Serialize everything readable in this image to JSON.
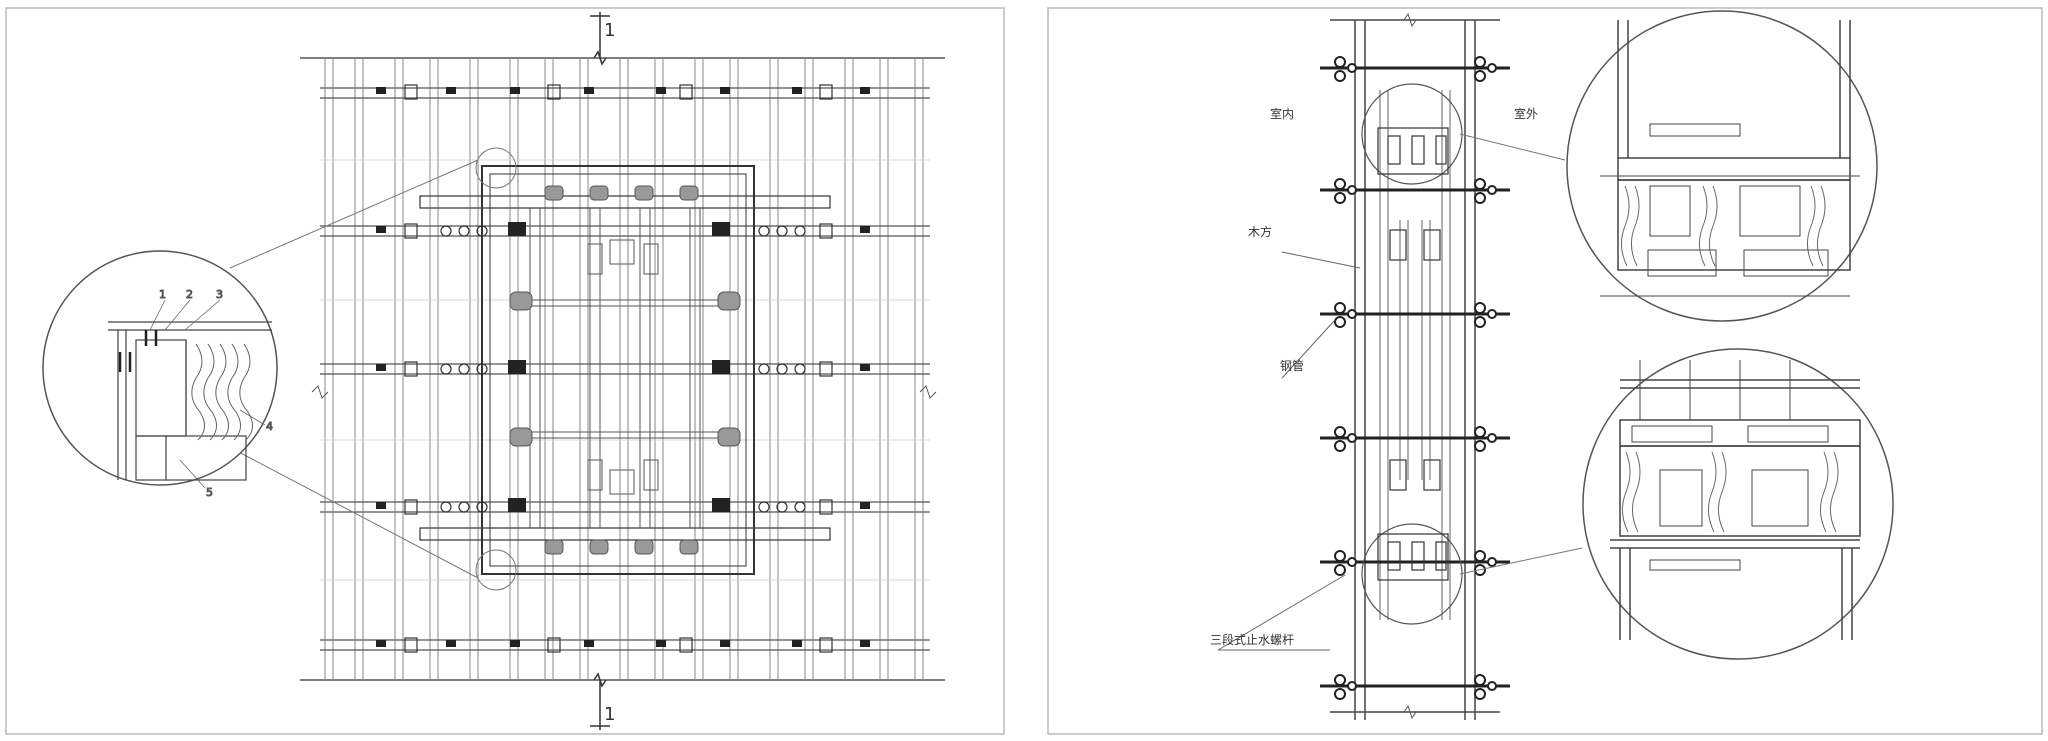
{
  "left_panel": {
    "section_mark_top": "1",
    "section_mark_bottom": "1",
    "callouts": [
      "1",
      "2",
      "3",
      "4",
      "5"
    ]
  },
  "right_panel": {
    "label_inside": "室内",
    "label_outside": "室外",
    "label_wood": "木方",
    "label_steel_pipe": "钢管",
    "label_bolt": "三段式止水螺杆"
  },
  "colors": {
    "line": "#555555",
    "dark": "#222222",
    "frame": "#bbbbbb"
  }
}
